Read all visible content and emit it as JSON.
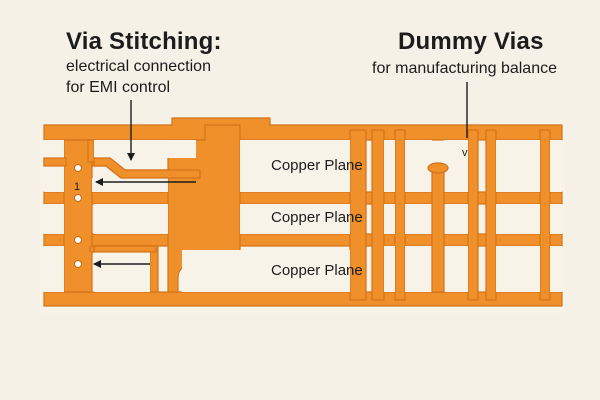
{
  "via_stitching": {
    "title": "Via Stitching:",
    "line1": "electrical connection",
    "line2": "for EMI control"
  },
  "dummy_vias": {
    "title": "Dummy Vias",
    "subtitle": "for manufacturing balance"
  },
  "planes": [
    "Copper Plane",
    "Copper Plane",
    "Copper Plane"
  ],
  "markers": {
    "via_index": "1",
    "dummy_tick": "v"
  },
  "colors": {
    "copper": "#f0902a",
    "copper_edge": "#d4731a",
    "substrate": "#f6f1e7",
    "board_fill": "#f8f3e9",
    "ink": "#1c1c1c"
  }
}
